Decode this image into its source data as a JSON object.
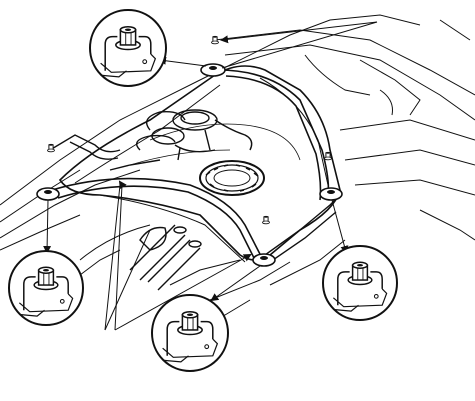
{
  "diagram": {
    "subject": "fuel-tank-mounting-illustration",
    "line_color": "#111111",
    "background": "#ffffff",
    "callouts": [
      {
        "id": "top",
        "content": "bolt-and-strap-bracket"
      },
      {
        "id": "left",
        "content": "bolt-and-strap-bracket"
      },
      {
        "id": "bottom",
        "content": "bolt-and-strap-bracket"
      },
      {
        "id": "right",
        "content": "bolt-and-strap-bracket"
      }
    ]
  }
}
